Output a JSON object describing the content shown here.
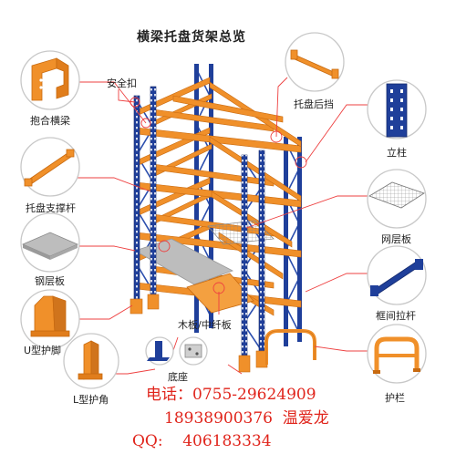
{
  "title": "横梁托盘货架总览",
  "labels": {
    "safety_pin": "安全扣",
    "beam": "抱合横梁",
    "pallet_stop": "托盘后挡",
    "upright": "立柱",
    "pallet_support": "托盘支撑杆",
    "wire_deck": "网层板",
    "steel_deck": "钢层板",
    "frame_brace": "框间拉杆",
    "wood_deck": "木板/中纤板",
    "u_guard": "U型护脚",
    "base_plate": "底座",
    "guard_rail": "护栏",
    "l_guard": "L型护角"
  },
  "contact": {
    "phone": "电话：0755-29624909",
    "mobile": "18938900376  温爱龙",
    "qq": "QQ:    406183334"
  },
  "colors": {
    "orange": "#f0902a",
    "orange_dark": "#c86a10",
    "blue": "#1f3f9a",
    "blue_dark": "#142a6e",
    "red": "#e0241b",
    "deck_gray": "#bdbdbd"
  }
}
